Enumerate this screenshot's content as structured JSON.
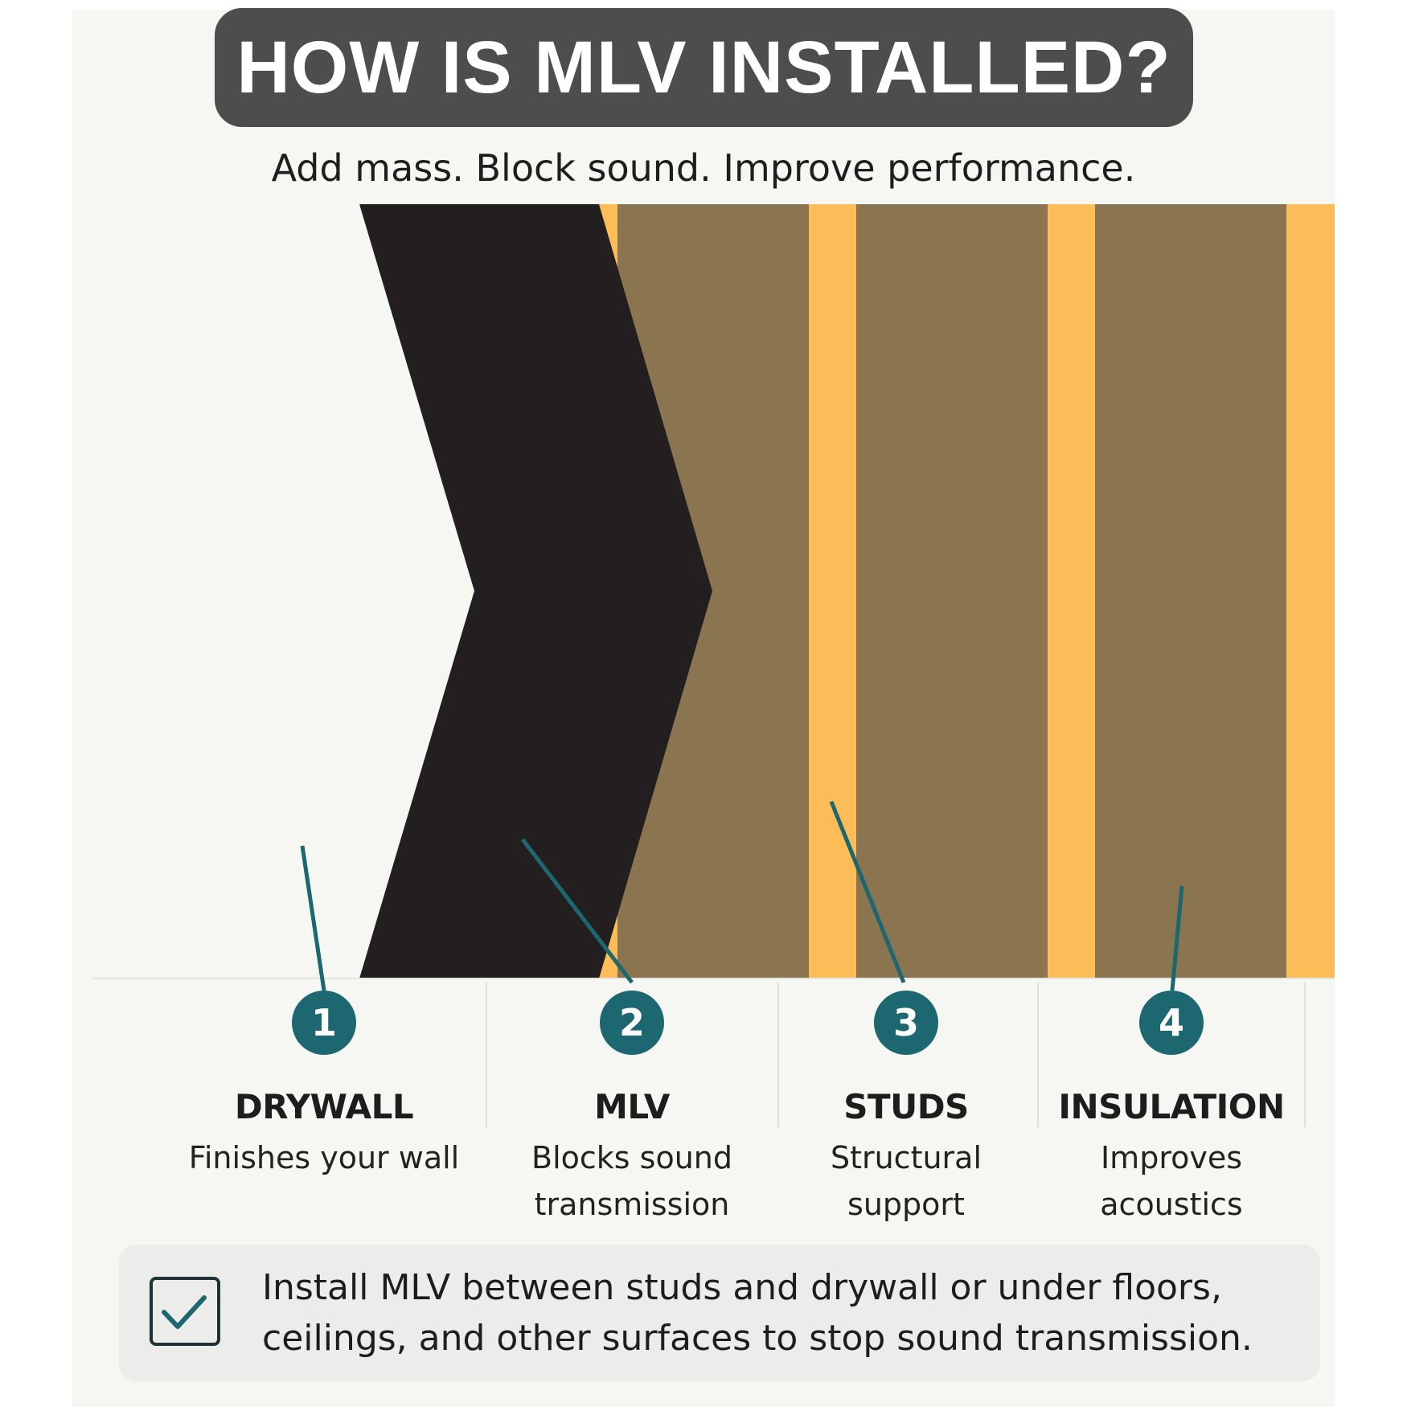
{
  "title": "HOW IS MLV INSTALLED?",
  "subtitle": "Add mass. Block sound. Improve performance.",
  "colors": {
    "drywall": "#f6f6f2",
    "mlv": "#231f20",
    "stud": "#fcbc57",
    "insulation": "#8b7550",
    "accent": "#1c6770",
    "title_bg": "#4d4d4d"
  },
  "steps": [
    {
      "number": "1",
      "title": "DRYWALL",
      "desc_line1": "Finishes your wall",
      "desc_line2": ""
    },
    {
      "number": "2",
      "title": "MLV",
      "desc_line1": "Blocks sound",
      "desc_line2": "transmission"
    },
    {
      "number": "3",
      "title": "STUDS",
      "desc_line1": "Structural",
      "desc_line2": "support"
    },
    {
      "number": "4",
      "title": "INSULATION",
      "desc_line1": "Improves",
      "desc_line2": "acoustics"
    }
  ],
  "note": {
    "icon": "checkbox-checked-icon",
    "line1": "Install MLV between studs and drywall or under floors,",
    "line2": "ceilings, and other surfaces to stop sound transmission."
  }
}
